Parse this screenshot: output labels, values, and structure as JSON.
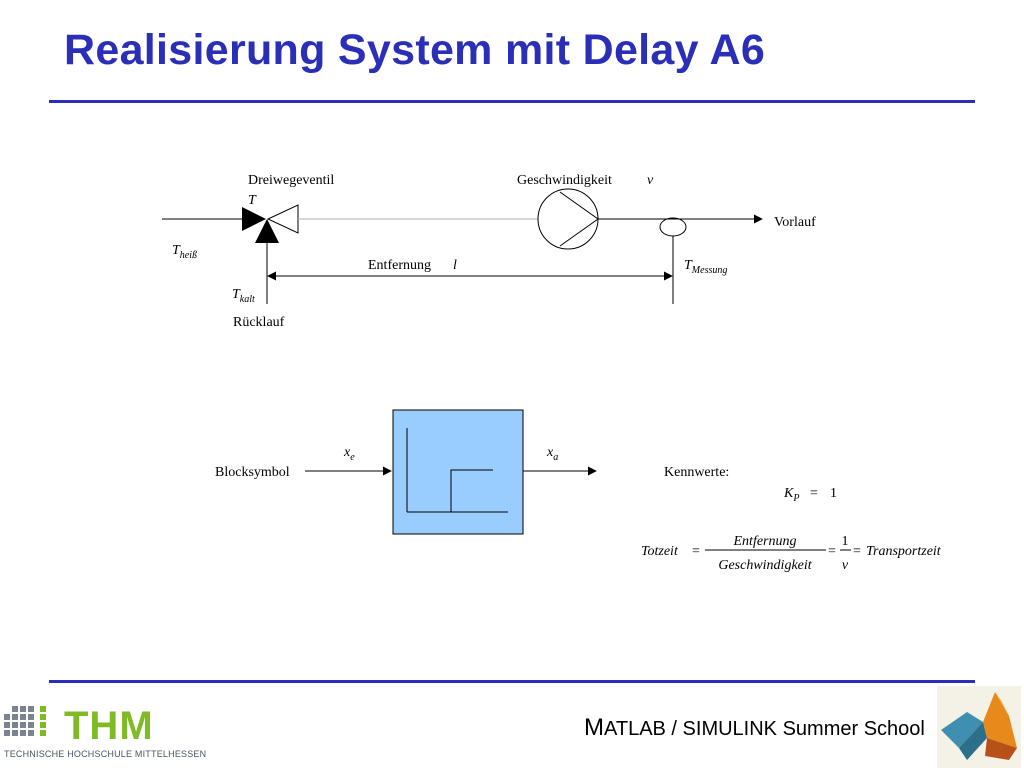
{
  "slide": {
    "title": "Realisierung System mit Delay A6",
    "accent_color": "#2b2fb8"
  },
  "system_diagram": {
    "valve_label": "Dreiwegeventil",
    "valve_T": "T",
    "speed_label": "Geschwindigkeit",
    "speed_symbol": "v",
    "outlet_label": "Vorlauf",
    "hot_T": "T",
    "hot_sub": "heiß",
    "cold_T": "T",
    "cold_sub": "kalt",
    "return_label": "Rücklauf",
    "distance_label": "Entfernung",
    "distance_symbol": "l",
    "measure_T": "T",
    "measure_sub": "Messung"
  },
  "block": {
    "label": "Blocksymbol",
    "input_x": "x",
    "input_sub": "e",
    "output_x": "x",
    "output_sub": "a",
    "fill_color": "#99ccff"
  },
  "parameters": {
    "heading": "Kennwerte:",
    "kp_K": "K",
    "kp_sub": "P",
    "kp_eq": "=",
    "kp_value": "1",
    "formula_left": "Totzeit",
    "eq1": "=",
    "frac_num": "Entfernung",
    "frac_den": "Geschwindigkeit",
    "eq2": "=",
    "frac2_num": "1",
    "frac2_den": "v",
    "eq3": "=",
    "formula_right": "Transportzeit"
  },
  "footer": {
    "thm_word": "THM",
    "thm_subtitle": "TECHNISCHE HOCHSCHULE MITTELHESSEN",
    "thm_color": "#80ba24",
    "school_first": "M",
    "school_rest": "ATLAB / SIMULINK Summer School"
  }
}
